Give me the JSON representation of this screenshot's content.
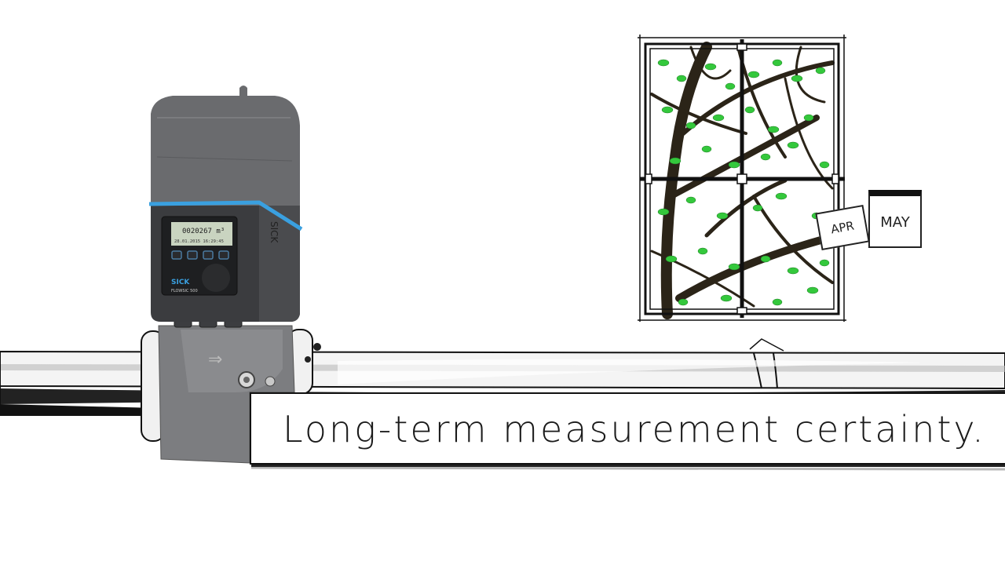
{
  "caption": {
    "text": "Long-term measurement certainty."
  },
  "calendar": {
    "prev_month": "APR",
    "current_month": "MAY"
  },
  "device": {
    "brand": "SICK",
    "side_label": "SICK",
    "model": "FLOWSIC 500",
    "display_line1": "0020267 m³",
    "display_line2": "28.01.2015  16:29:45",
    "flow_arrow": "⇒",
    "colors": {
      "body": "#5f6062",
      "accent_ring": "#3aa0e0",
      "display": "#c9d4c0"
    }
  },
  "colors": {
    "leaf": "#34c83c",
    "branch": "#2b2418",
    "sketch": "#111111"
  }
}
